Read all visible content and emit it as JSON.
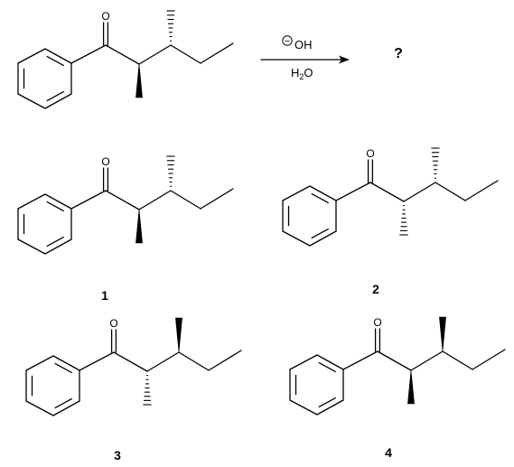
{
  "reaction": {
    "reagent_ion": "OH",
    "reagent_charge": "−",
    "solvent_main": "H",
    "solvent_sub": "2",
    "solvent_tail": "O",
    "product_placeholder": "?"
  },
  "molecules": [
    {
      "id": "reactant",
      "label": "",
      "atom_label": "O",
      "stereo": [
        "wedge",
        "hash"
      ]
    },
    {
      "id": "option-1",
      "label": "1",
      "atom_label": "O",
      "stereo": [
        "wedge",
        "hash"
      ]
    },
    {
      "id": "option-2",
      "label": "2",
      "atom_label": "O",
      "stereo": [
        "hash",
        "hash"
      ]
    },
    {
      "id": "option-3",
      "label": "3",
      "atom_label": "O",
      "stereo": [
        "hash",
        "wedge"
      ]
    },
    {
      "id": "option-4",
      "label": "4",
      "atom_label": "O",
      "stereo": [
        "wedge",
        "wedge"
      ]
    }
  ]
}
